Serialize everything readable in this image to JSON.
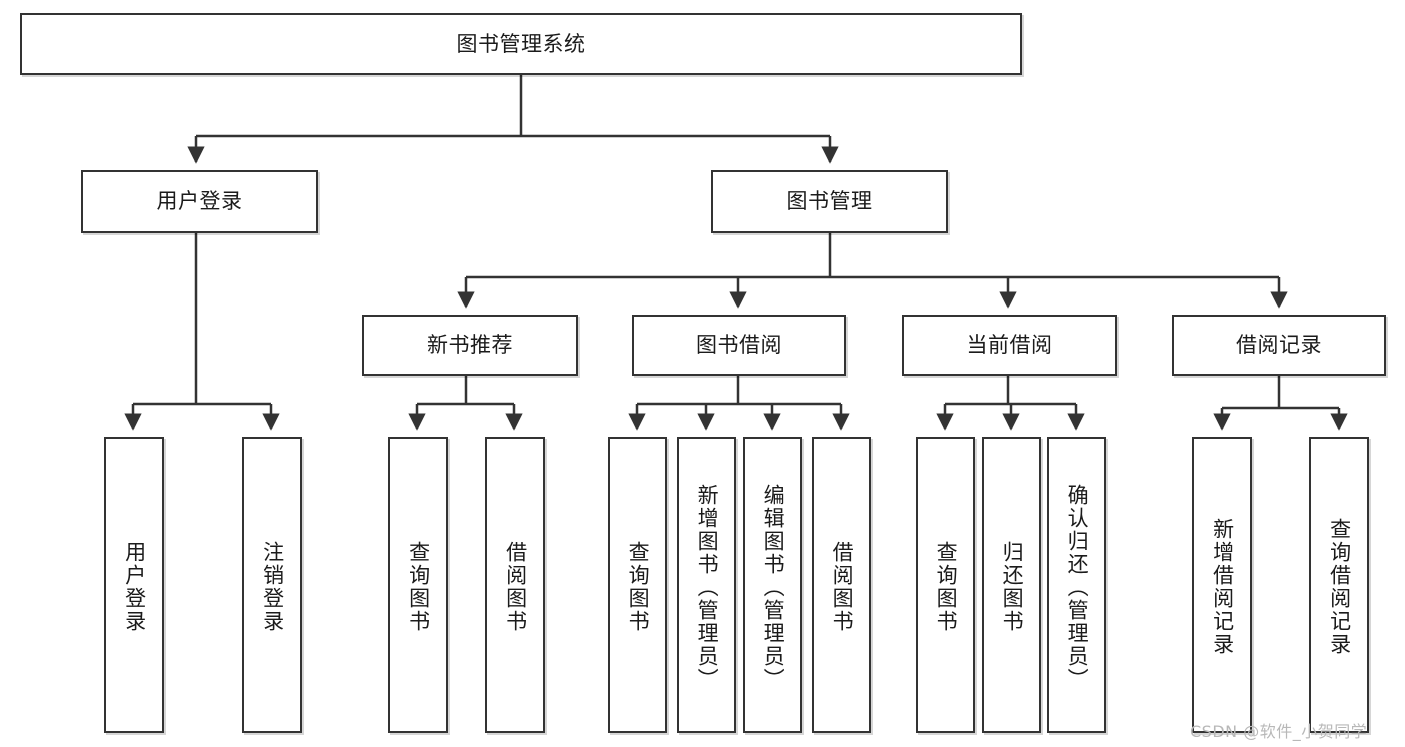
{
  "diagram": {
    "type": "tree-hierarchy",
    "title": "图书管理系统",
    "watermark": "CSDN @软件_小贺同学",
    "colors": {
      "node_border": "#333333",
      "node_fill": "#ffffff",
      "edge": "#333333",
      "text": "#1b1b1b",
      "watermark": "#b8b8b8",
      "background": "#ffffff"
    },
    "nodes": {
      "root": {
        "label": "图书管理系统"
      },
      "level2": [
        {
          "id": "user-login",
          "label": "用户登录"
        },
        {
          "id": "book-manage",
          "label": "图书管理"
        }
      ],
      "level3": [
        {
          "id": "new-book-recommend",
          "label": "新书推荐"
        },
        {
          "id": "book-borrow",
          "label": "图书借阅"
        },
        {
          "id": "current-borrow",
          "label": "当前借阅"
        },
        {
          "id": "borrow-record",
          "label": "借阅记录"
        }
      ],
      "leaves": [
        {
          "id": "leaf-user-login",
          "label": "用户登录",
          "parent": "user-login"
        },
        {
          "id": "leaf-user-logout",
          "label": "注销登录",
          "parent": "user-login"
        },
        {
          "id": "leaf-query-book-1",
          "label": "查询图书",
          "parent": "new-book-recommend"
        },
        {
          "id": "leaf-borrow-book-1",
          "label": "借阅图书",
          "parent": "new-book-recommend"
        },
        {
          "id": "leaf-query-book-2",
          "label": "查询图书",
          "parent": "book-borrow"
        },
        {
          "id": "leaf-add-book",
          "label": "新增图书（管理员）",
          "parent": "book-borrow"
        },
        {
          "id": "leaf-edit-book",
          "label": "编辑图书（管理员）",
          "parent": "book-borrow"
        },
        {
          "id": "leaf-borrow-book-2",
          "label": "借阅图书",
          "parent": "book-borrow"
        },
        {
          "id": "leaf-query-book-3",
          "label": "查询图书",
          "parent": "current-borrow"
        },
        {
          "id": "leaf-return-book",
          "label": "归还图书",
          "parent": "current-borrow"
        },
        {
          "id": "leaf-confirm-return",
          "label": "确认归还（管理员）",
          "parent": "current-borrow"
        },
        {
          "id": "leaf-add-record",
          "label": "新增借阅记录",
          "parent": "borrow-record"
        },
        {
          "id": "leaf-query-record",
          "label": "查询借阅记录",
          "parent": "borrow-record"
        }
      ]
    }
  }
}
